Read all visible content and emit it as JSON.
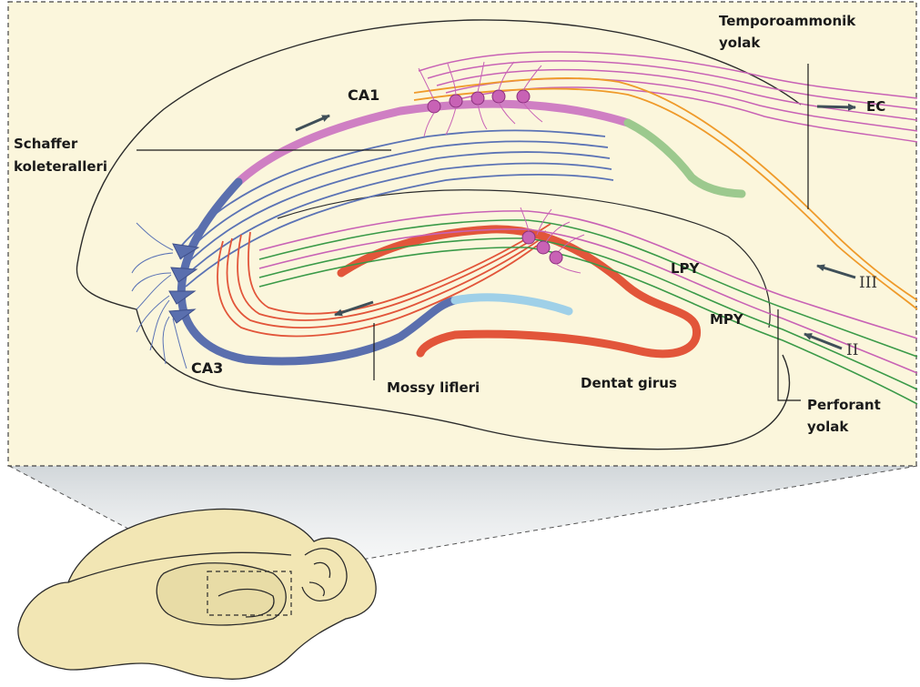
{
  "labels": {
    "temporoammonik_line1": "Temporoammonik",
    "temporoammonik_line2": "yolak",
    "ec": "EC",
    "ca1": "CA1",
    "schaffer_line1": "Schaffer",
    "schaffer_line2": "koleteralleri",
    "ca3": "CA3",
    "lpy": "LPY",
    "mpy": "MPY",
    "layer_iii": "III",
    "layer_ii": "II",
    "mossy": "Mossy lifleri",
    "dentate": "Dentat girus",
    "perforant_line1": "Perforant",
    "perforant_line2": "yolak"
  },
  "colors": {
    "panel_fill": "#fbf6dc",
    "outline": "#2b2b2b",
    "ca1_pink": "#cf7fc3",
    "ca3_blue": "#5a6fae",
    "schaffer_blue": "#5b73b5",
    "green_region": "#9cc98e",
    "light_blue_region": "#9fd0e8",
    "dentate_red": "#e2553a",
    "fiber_green": "#3a9a48",
    "fiber_pink": "#c862b5",
    "fiber_orange": "#ef9a2a",
    "arrow_slate": "#3f4f58",
    "brain_fill": "#f2e6b4"
  }
}
